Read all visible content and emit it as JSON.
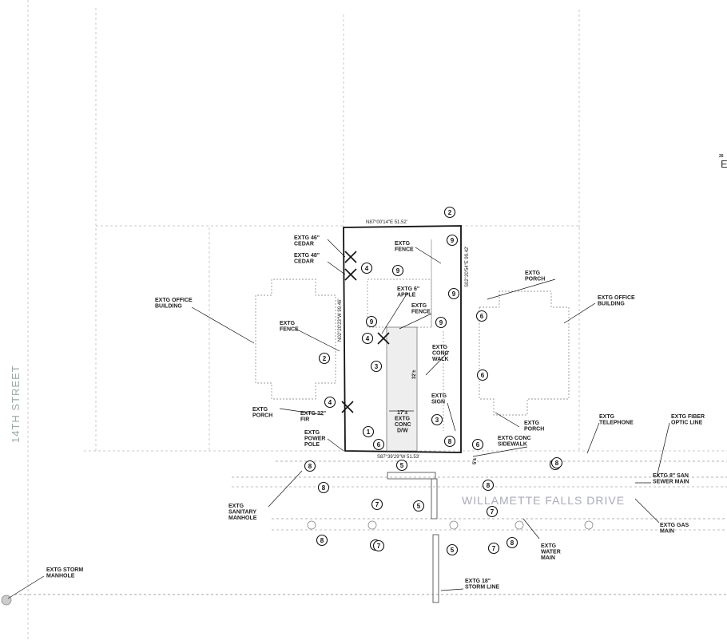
{
  "streets": {
    "vertical": "14TH STREET",
    "horizontal": "WILLAMETTE FALLS DRIVE"
  },
  "edge_glyph": "E",
  "edge_glyph_small": "26",
  "bearings": {
    "north": "N87°00'14\"E 51.52'",
    "south": "S87°39'29\"W 51.53'",
    "east": "S02°20'54\"E 99.42'",
    "west": "N02°20'23\"W 99.46'"
  },
  "dims": {
    "walk_len": "32'±",
    "dw_width": "17'±",
    "walk_width": "5'±"
  },
  "labels": {
    "cedar46": [
      "EXTG 46\"",
      "CEDAR"
    ],
    "cedar48": [
      "EXTG 48\"",
      "CEDAR"
    ],
    "fence_n": [
      "EXTG",
      "FENCE"
    ],
    "apple": [
      "EXTG 6\"",
      "APPLE"
    ],
    "fence_mid": [
      "EXTG",
      "FENCE"
    ],
    "fence_w": [
      "EXTG",
      "FENCE"
    ],
    "porch_ne": [
      "EXTG",
      "PORCH"
    ],
    "office_e": [
      "EXTG OFFICE",
      "BUILDING"
    ],
    "office_w": [
      "EXTG OFFICE",
      "BUILDING"
    ],
    "conc_walk": [
      "EXTG",
      "CONC",
      "WALK"
    ],
    "sign": [
      "EXTG",
      "SIGN"
    ],
    "porch_se": [
      "EXTG",
      "PORCH"
    ],
    "porch_w": [
      "EXTG",
      "PORCH"
    ],
    "fir": [
      "EXTG 32\"",
      "FIR"
    ],
    "conc_dw": [
      "17'±",
      "EXTG",
      "CONC",
      "D/W"
    ],
    "power_pole": [
      "EXTG",
      "POWER",
      "POLE"
    ],
    "telephone": [
      "EXTG",
      "TELEPHONE"
    ],
    "fiber": [
      "EXTG FIBER",
      "OPTIC LINE"
    ],
    "sidewalk": [
      "EXTG CONC",
      "SIDEWALK"
    ],
    "san_manhole": [
      "EXTG",
      "SANITARY",
      "MANHOLE"
    ],
    "sewer": [
      "EXTG 8\" SAN",
      "SEWER MAIN"
    ],
    "gas": [
      "EXTG GAS",
      "MAIN"
    ],
    "water": [
      "EXTG",
      "WATER",
      "MAIN"
    ],
    "storm_manhole": [
      "EXTG STORM",
      "MANHOLE"
    ],
    "storm_line": [
      "EXTG 18\"",
      "STORM LINE"
    ]
  },
  "callouts": [
    {
      "n": "2"
    },
    {
      "n": "9"
    },
    {
      "n": "4"
    },
    {
      "n": "9"
    },
    {
      "n": "9"
    },
    {
      "n": "6"
    },
    {
      "n": "9"
    },
    {
      "n": "4"
    },
    {
      "n": "9"
    },
    {
      "n": "2"
    },
    {
      "n": "3"
    },
    {
      "n": "6"
    },
    {
      "n": "4"
    },
    {
      "n": "1"
    },
    {
      "n": "6"
    },
    {
      "n": "3"
    },
    {
      "n": "8"
    },
    {
      "n": "6"
    },
    {
      "n": "5"
    },
    {
      "n": "8"
    },
    {
      "n": "8"
    },
    {
      "n": "8"
    },
    {
      "n": "8"
    },
    {
      "n": "7"
    },
    {
      "n": "5"
    },
    {
      "n": "7"
    },
    {
      "n": "7"
    },
    {
      "n": "8"
    },
    {
      "n": "8"
    },
    {
      "n": "7"
    },
    {
      "n": "5"
    },
    {
      "n": "7"
    },
    {
      "n": "8"
    }
  ]
}
